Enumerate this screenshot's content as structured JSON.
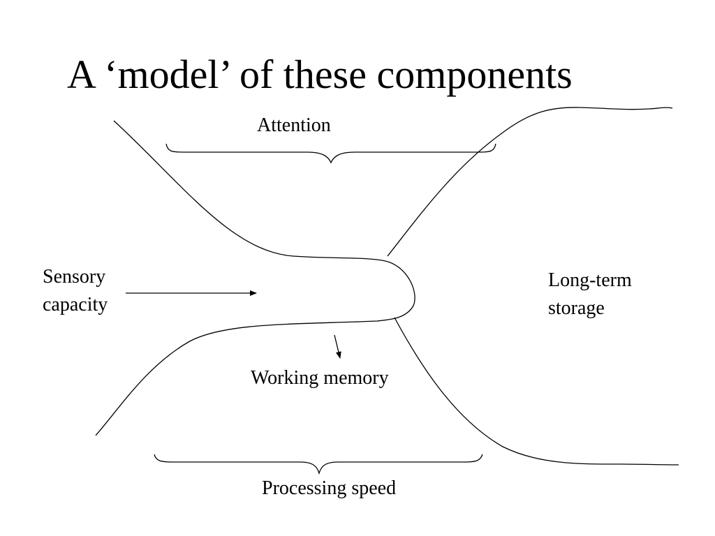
{
  "slide": {
    "title": "A ‘model’ of these components"
  },
  "labels": {
    "attention": "Attention",
    "sensory_line1": "Sensory",
    "sensory_line2": "capacity",
    "long_term_line1": "Long-term",
    "long_term_line2": "storage",
    "working_memory": "Working memory",
    "processing_speed": "Processing speed"
  }
}
